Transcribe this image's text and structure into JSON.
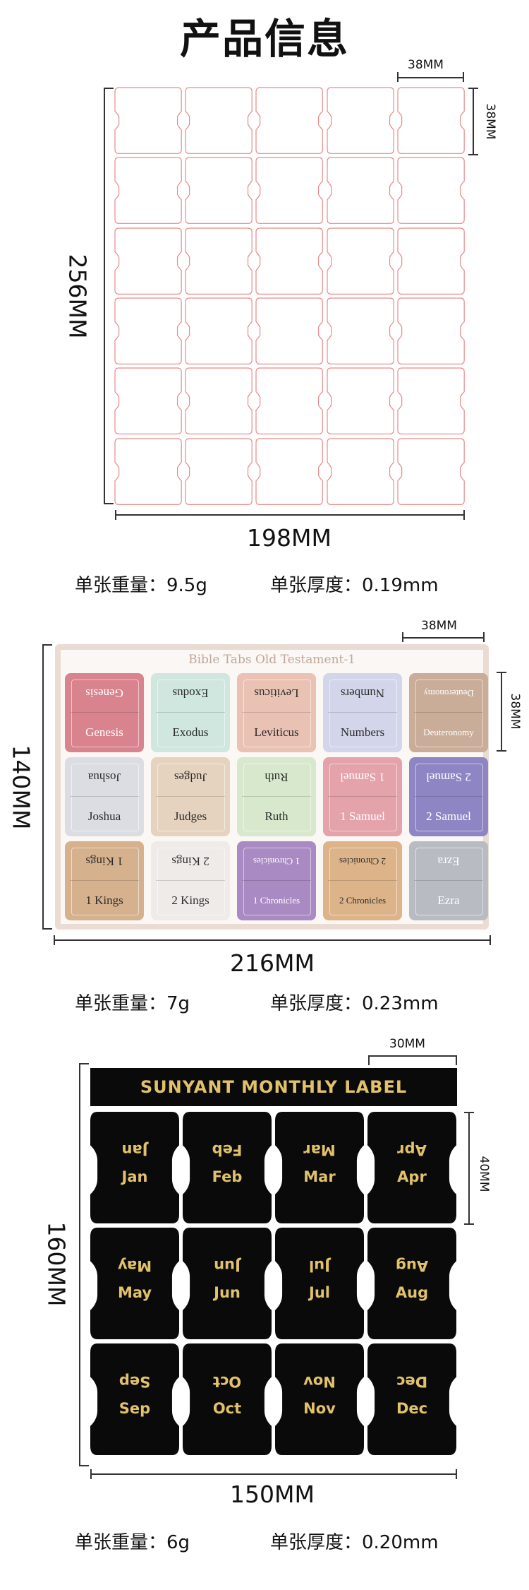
{
  "title": "产品信息",
  "section1": {
    "width_label": "198MM",
    "height_label": "256MM",
    "tab_width_label": "38MM",
    "tab_height_label": "38MM",
    "rows": 6,
    "cols": 5,
    "outline_color": "#e88a8a",
    "weight_label": "单张重量：9.5g",
    "thickness_label": "单张厚度：0.19mm"
  },
  "section2": {
    "sheet_title": "Bible Tabs Old Testament-1",
    "width_label": "216MM",
    "height_label": "140MM",
    "tab_width_label": "38MM",
    "tab_height_label": "38MM",
    "tabs": [
      {
        "name": "Genesis",
        "color": "#d9838e"
      },
      {
        "name": "Exodus",
        "color": "#cfe7df"
      },
      {
        "name": "Leviticus",
        "color": "#e9c2b4"
      },
      {
        "name": "Numbers",
        "color": "#d3d6ea"
      },
      {
        "name": "Deuteronomy",
        "color": "#c9ad98"
      },
      {
        "name": "Joshua",
        "color": "#dcdde3"
      },
      {
        "name": "Judges",
        "color": "#e6d3bf"
      },
      {
        "name": "Ruth",
        "color": "#d7e8cc"
      },
      {
        "name": "1 Samuel",
        "color": "#e4a2ab"
      },
      {
        "name": "2 Samuel",
        "color": "#8e86c4"
      },
      {
        "name": "1 Kings",
        "color": "#d6b18d"
      },
      {
        "name": "2 Kings",
        "color": "#eeebe8"
      },
      {
        "name": "1 Chronicles",
        "color": "#a98ac3"
      },
      {
        "name": "2 Chronicles",
        "color": "#ddb38a"
      },
      {
        "name": "Ezra",
        "color": "#b8bcc2"
      }
    ],
    "dark_text_color": "#2b2b2b",
    "light_text_color": "#ffffff",
    "weight_label": "单张重量：7g",
    "thickness_label": "单张厚度：0.23mm"
  },
  "section3": {
    "banner": "SUNYANT MONTHLY LABEL",
    "width_label": "150MM",
    "height_label": "160MM",
    "tab_width_label": "30MM",
    "tab_height_label": "40MM",
    "months": [
      "Jan",
      "Feb",
      "Mar",
      "Apr",
      "May",
      "Jun",
      "Jul",
      "Aug",
      "Sep",
      "Oct",
      "Nov",
      "Dec"
    ],
    "gold_color": "#e1c26a",
    "weight_label": "单张重量：6g",
    "thickness_label": "单张厚度：0.20mm"
  }
}
